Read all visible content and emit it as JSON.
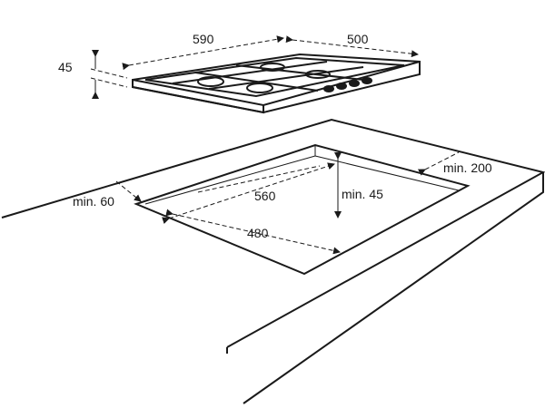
{
  "diagram": {
    "dimensions": {
      "width": "590",
      "depth": "500",
      "height": "45",
      "cutout_width": "560",
      "cutout_depth": "480",
      "min_front": "min. 60",
      "min_rear": "min. 200",
      "min_depth": "min. 45"
    }
  }
}
